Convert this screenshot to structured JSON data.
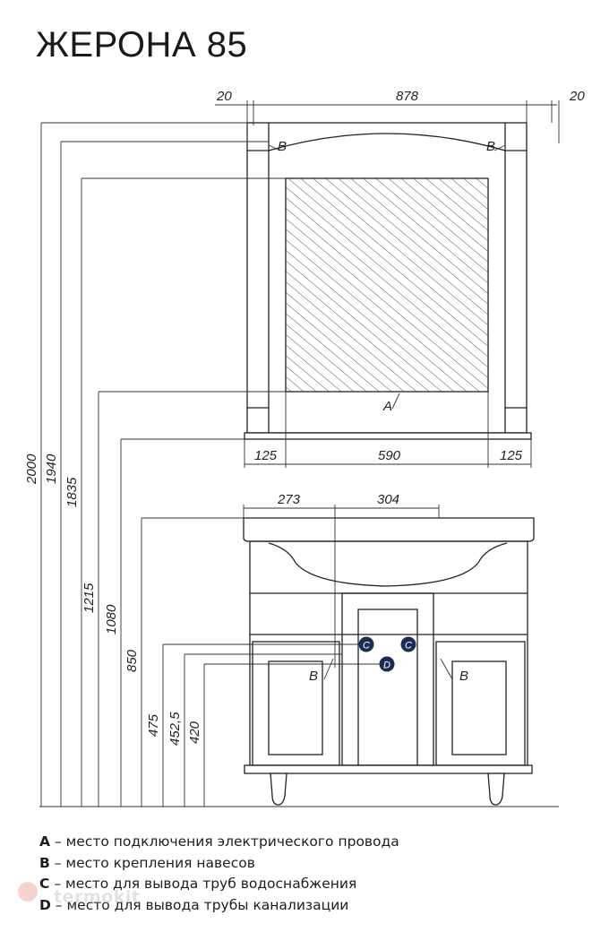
{
  "title": "ЖЕРОНА 85",
  "dimensions": {
    "top_left": "20",
    "top_width": "878",
    "top_right": "20",
    "v_2000": "2000",
    "v_1940": "1940",
    "v_1835": "1835",
    "v_1215": "1215",
    "v_1080": "1080",
    "v_850": "850",
    "v_475": "475",
    "v_452": "452,5",
    "v_420": "420",
    "mirror_left": "125",
    "mirror_center": "590",
    "mirror_right": "125",
    "vanity_left": "273",
    "vanity_right": "304"
  },
  "markers": {
    "A": "A",
    "B": "B",
    "C": "C",
    "D": "D"
  },
  "legend": [
    {
      "key": "A",
      "text": " – место подключения электрического провода"
    },
    {
      "key": "B",
      "text": " – место крепления навесов"
    },
    {
      "key": "C",
      "text": " – место для вывода труб водоснабжения"
    },
    {
      "key": "D",
      "text": " – место для вывода трубы канализации"
    }
  ],
  "watermark": "termokit",
  "colors": {
    "marker_fill": "#1b2d55",
    "line": "#222222"
  }
}
